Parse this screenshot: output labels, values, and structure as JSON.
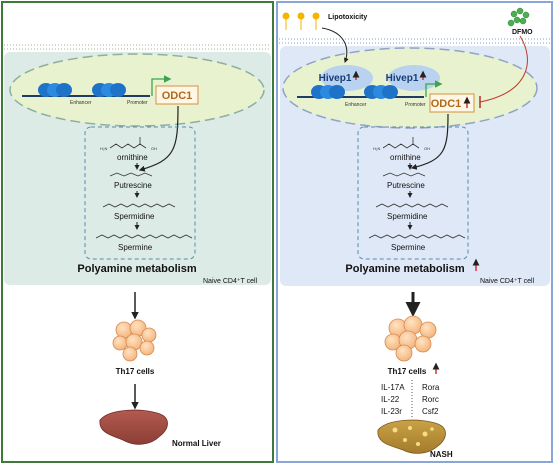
{
  "left": {
    "enhancer": "Enhancer",
    "promoter": "Promoter",
    "gene": "ODC1",
    "metabolites": {
      "ornithine": "ornithine",
      "putrescine": "Putrescine",
      "spermidine": "Spermidine",
      "spermine": "Spermine"
    },
    "title": "Polyamine metabolism",
    "cell_label": "Naive CD4⁺T cell",
    "th17": "Th17 cells",
    "outcome": "Normal Liver"
  },
  "right": {
    "lipotoxicity": "Lipotoxicity",
    "dfmo": "DFMO",
    "hivep1_a": "Hivep1",
    "hivep1_b": "Hivep1",
    "enhancer": "Enhancer",
    "promoter": "Promoter",
    "gene": "ODC1",
    "metabolites": {
      "ornithine": "ornithine",
      "putrescine": "Putrescine",
      "spermidine": "Spermidine",
      "spermine": "Spermine"
    },
    "title": "Polyamine metabolism",
    "cell_label": "Naive CD4⁺T cell",
    "th17": "Th17 cells",
    "cytokines_left": [
      "IL-17A",
      "IL-22",
      "IL-23r"
    ],
    "cytokines_right": [
      "Rora",
      "Rorc",
      "Csf2"
    ],
    "outcome": "NASH"
  },
  "colors": {
    "left_border": "#3f7a3a",
    "right_border": "#8aa6d6",
    "left_cell": "#dcebe6",
    "right_cell": "#dfe8f6",
    "nucleus": "#e8f2cf",
    "up_arrow": "#e02020",
    "dfmo": "#4caf50"
  }
}
